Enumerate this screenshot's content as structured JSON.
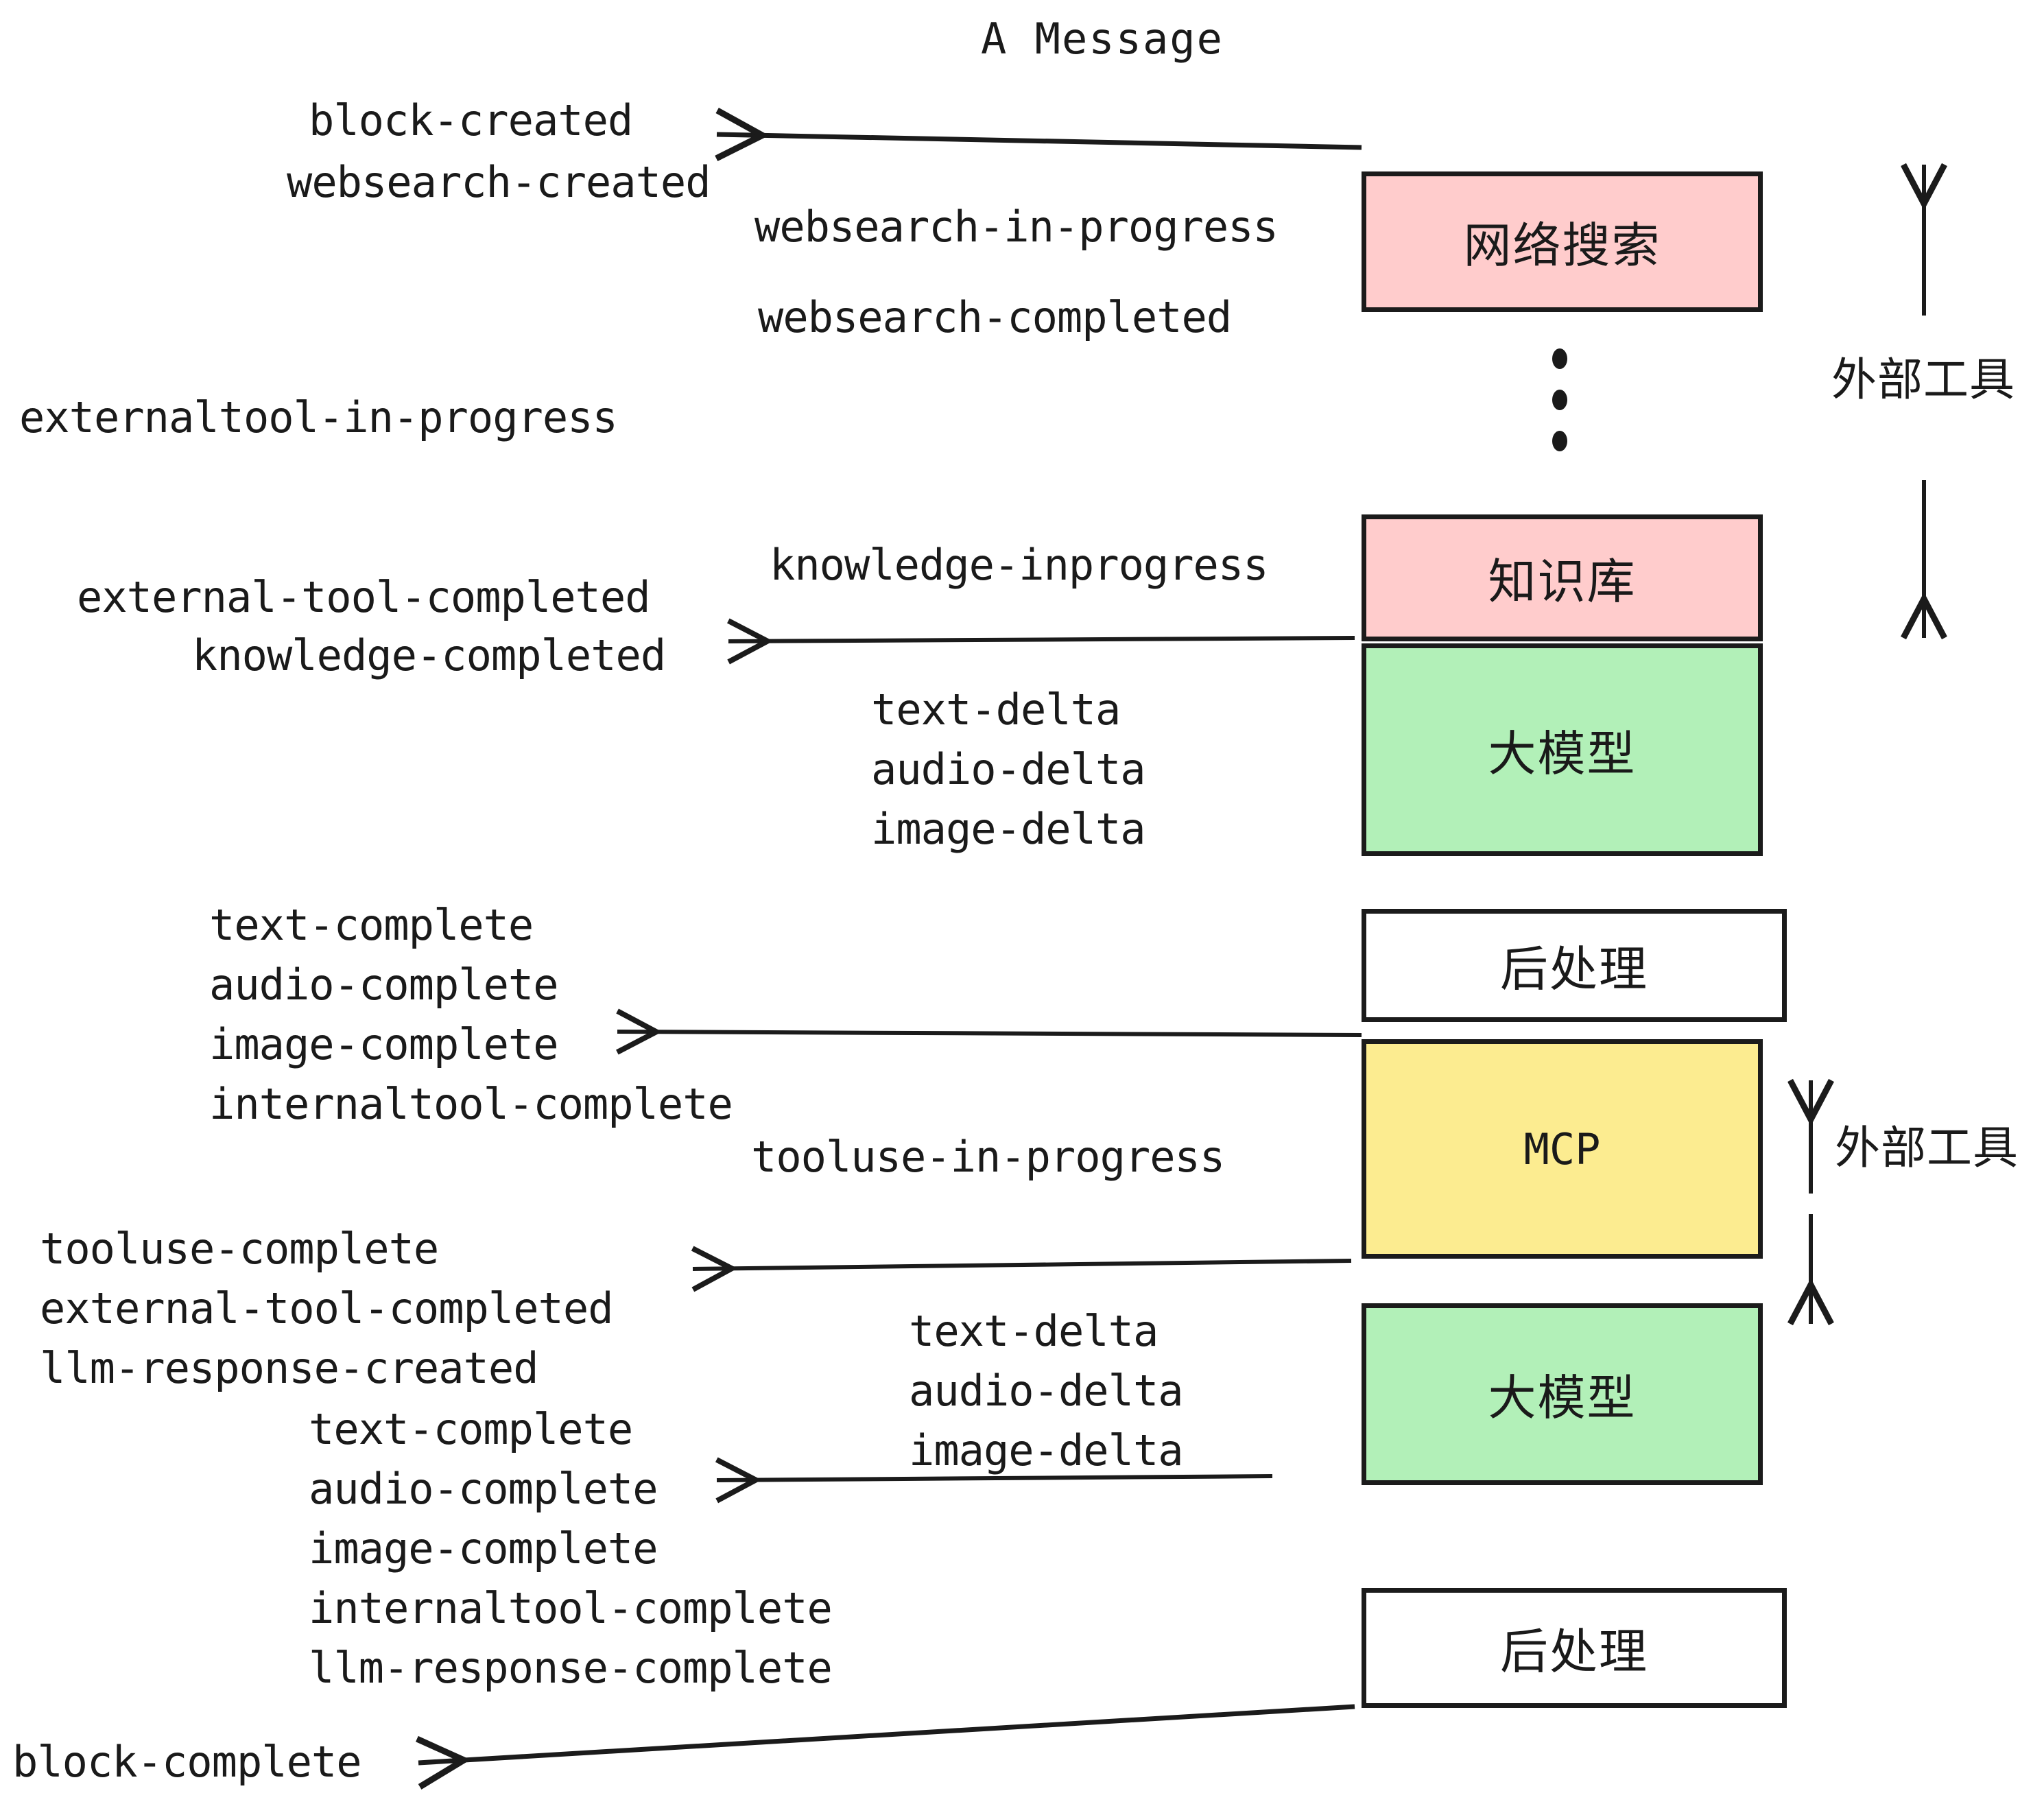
{
  "diagram": {
    "title": "A Message",
    "colors": {
      "pink": "#FFCCCC",
      "green": "#B2F0B8",
      "yellow": "#FCEC90",
      "white": "#FFFFFF",
      "stroke": "#1B1B1B",
      "text": "#1A1A1A",
      "background": "#FFFFFF"
    },
    "nodes": [
      {
        "id": "websearch",
        "label": "网络搜索",
        "fill": "pink"
      },
      {
        "id": "knowledge",
        "label": "知识库",
        "fill": "pink"
      },
      {
        "id": "llm-1",
        "label": "大模型",
        "fill": "green"
      },
      {
        "id": "postprocess-1",
        "label": "后处理",
        "fill": "white"
      },
      {
        "id": "mcp",
        "label": "MCP",
        "fill": "yellow"
      },
      {
        "id": "llm-2",
        "label": "大模型",
        "fill": "green"
      },
      {
        "id": "postprocess-2",
        "label": "后处理",
        "fill": "white"
      }
    ],
    "side_annotations": [
      {
        "id": "external-tool-top",
        "label": "外部工具"
      },
      {
        "id": "external-tool-bottom",
        "label": "外部工具"
      }
    ],
    "events": {
      "block_created": "block-created",
      "websearch_created": "websearch-created",
      "websearch_in_progress": "websearch-in-progress",
      "websearch_completed": "websearch-completed",
      "externaltool_in_progress": "externaltool-in-progress",
      "knowledge_inprogress": "knowledge-inprogress",
      "external_tool_completed_1": "external-tool-completed",
      "knowledge_completed": "knowledge-completed",
      "text_delta_1": "text-delta",
      "audio_delta_1": "audio-delta",
      "image_delta_1": "image-delta",
      "text_complete_1": "text-complete",
      "audio_complete_1": "audio-complete",
      "image_complete_1": "image-complete",
      "internaltool_complete_1": "internaltool-complete",
      "tooluse_in_progress": "tooluse-in-progress",
      "tooluse_complete": "tooluse-complete",
      "external_tool_completed_2": "external-tool-completed",
      "llm_response_created": "llm-response-created",
      "text_delta_2": "text-delta",
      "audio_delta_2": "audio-delta",
      "image_delta_2": "image-delta",
      "text_complete_2": "text-complete",
      "audio_complete_2": "audio-complete",
      "image_complete_2": "image-complete",
      "internaltool_complete_2": "internaltool-complete",
      "llm_response_complete": "llm-response-complete",
      "block_complete": "block-complete"
    }
  }
}
